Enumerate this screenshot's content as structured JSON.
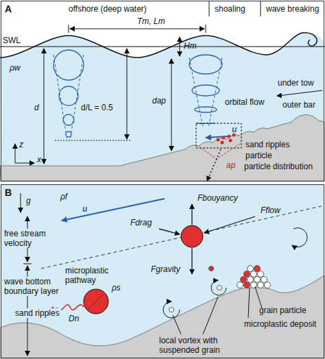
{
  "diagram": {
    "nodes": [
      {
        "text": [
          "A"
        ]
      },
      {
        "text": [
          "B"
        ]
      }
    ],
    "labels": [
      "offshore (deep water)",
      "shoaling",
      "wave breaking",
      "Tm, Lm",
      "SWL",
      "Hm",
      "ρw",
      "d",
      "d/L = 0.5",
      "dap",
      "orbital flow",
      "u",
      "particle",
      "under tow",
      "outer bar",
      "sand ripples",
      "particle distribution",
      "ap",
      "z",
      "x",
      "g",
      "ρf",
      "u",
      "free stream velocity",
      "Fbouyancy",
      "Fdrag",
      "Fflow",
      "Fgravity",
      "microplastic pathway",
      "ρs",
      "Dn",
      "wave bottom boundary layer",
      "sand ripples",
      "local vortex with suspended grain",
      "grain particle",
      "microplastic deposit"
    ]
  }
}
